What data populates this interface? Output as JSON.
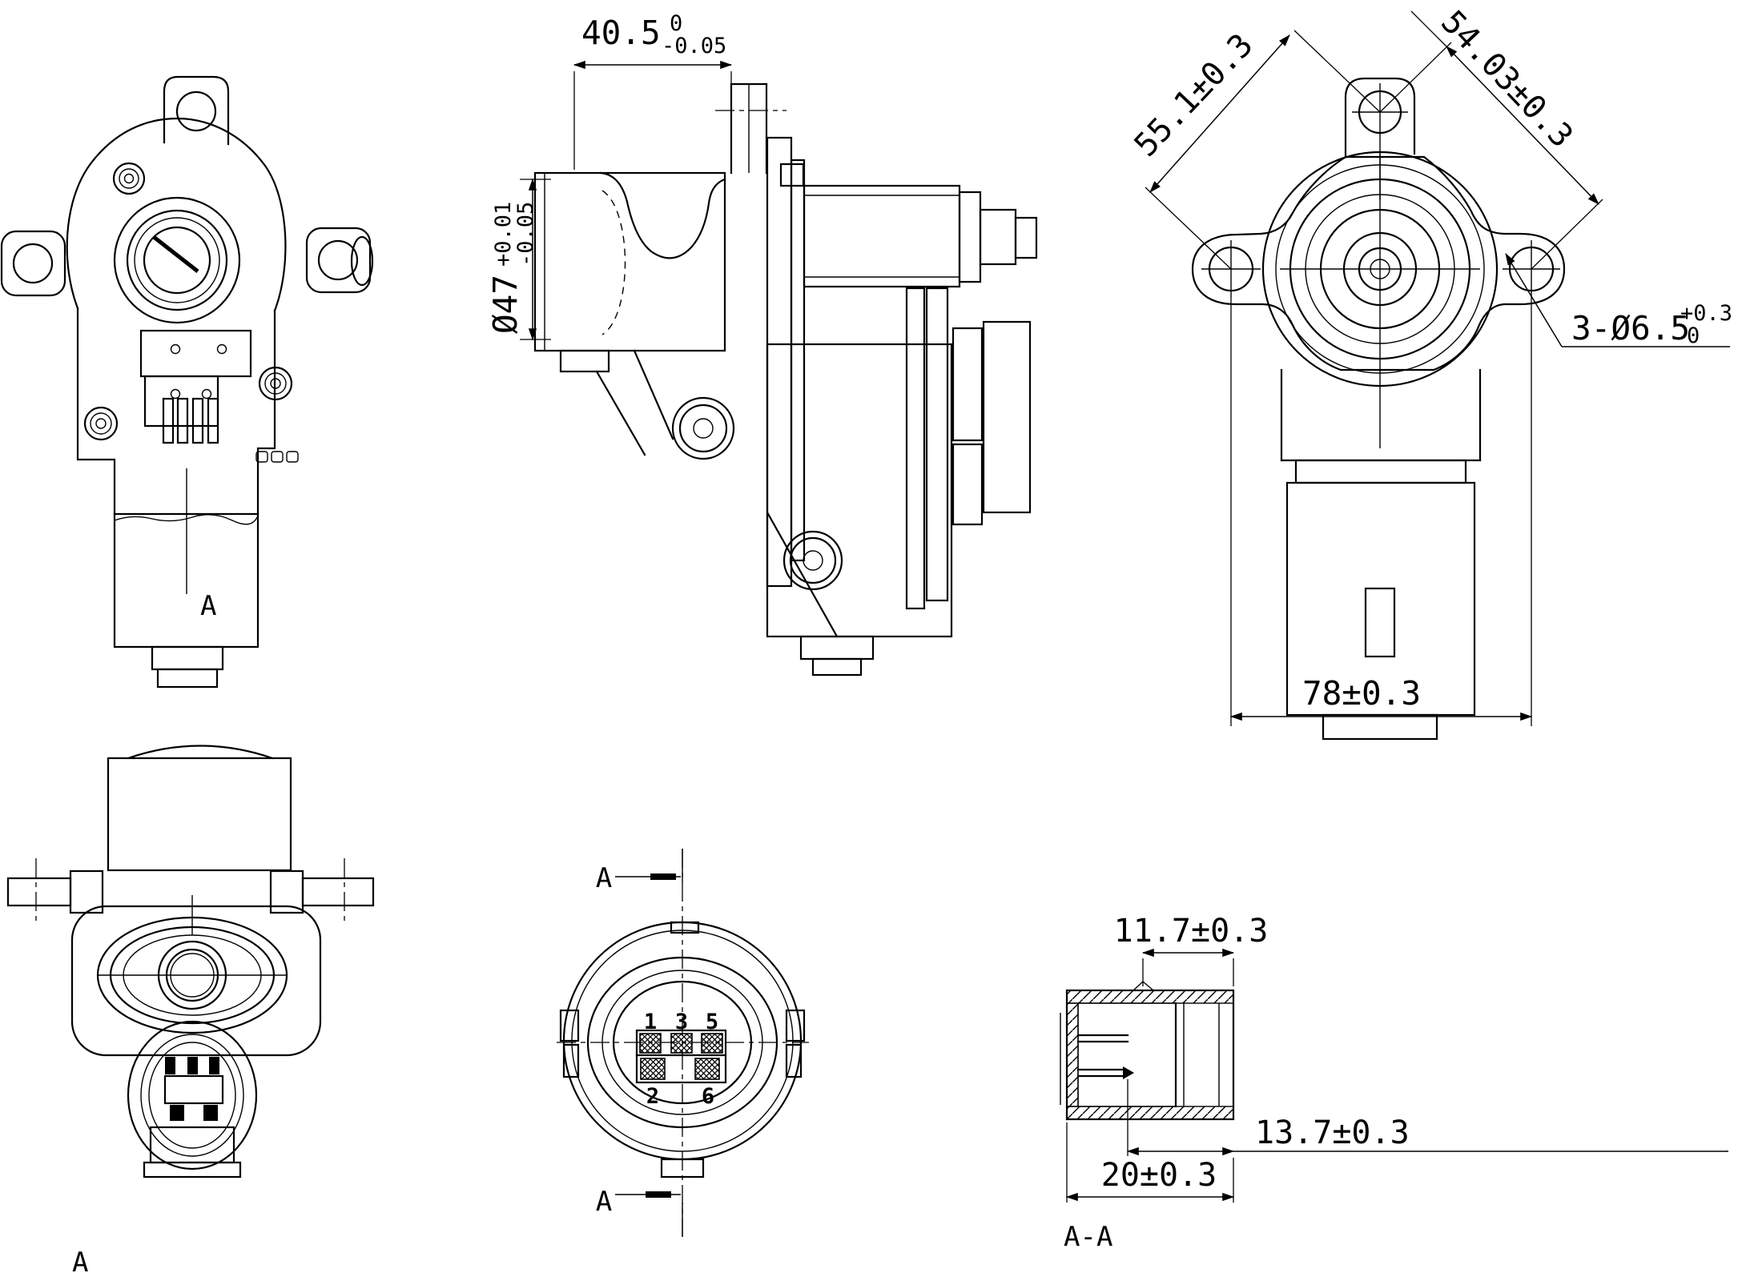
{
  "colors": {
    "background": "#ffffff",
    "line": "#000000"
  },
  "views": {
    "front": {
      "section_label": "A"
    },
    "side": {
      "width_dim": {
        "main": "40.5",
        "tol_top": "0",
        "tol_bottom": "-0.05"
      },
      "bore_dim": {
        "main": "Ø47",
        "tol_top": "+0.01",
        "tol_bottom": "-0.05"
      }
    },
    "face": {
      "diag_left_dim": "55.1±0.3",
      "diag_right_dim": "54.03±0.3",
      "holes_dim": {
        "main": "3-Ø6.5",
        "tol_top": "+0.3",
        "tol_bottom": "0"
      },
      "width_dim": "78±0.3"
    },
    "bottom": {
      "view_label": "A"
    },
    "connector": {
      "section_label_top": "A",
      "section_label_bottom": "A",
      "pins": [
        "1",
        "3",
        "5",
        "2",
        "6"
      ]
    },
    "section": {
      "width_dim": "11.7±0.3",
      "depth_dim": "13.7±0.3",
      "overall_dim": "20±0.3",
      "title": "A-A"
    }
  }
}
